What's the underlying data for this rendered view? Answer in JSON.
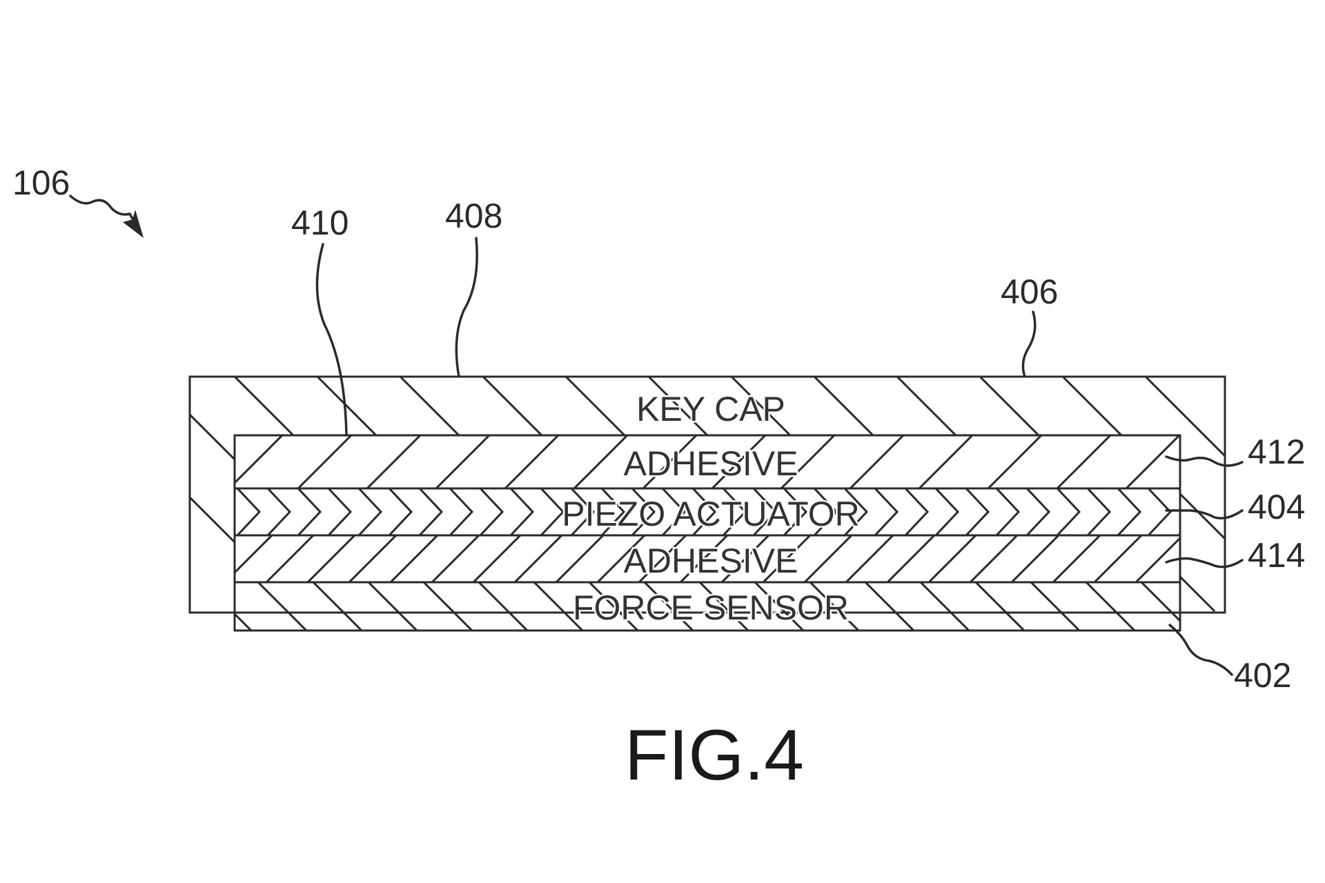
{
  "figure": {
    "title": "FIG.4",
    "assembly_ref": "106",
    "layers": [
      {
        "id": "key-cap",
        "label": "KEY CAP",
        "ref": "406"
      },
      {
        "id": "adhesive-top",
        "label": "ADHESIVE",
        "ref": "412"
      },
      {
        "id": "piezo-actuator",
        "label": "PIEZO ACTUATOR",
        "ref": "404"
      },
      {
        "id": "adhesive-bottom",
        "label": "ADHESIVE",
        "ref": "414"
      },
      {
        "id": "force-sensor",
        "label": "FORCE SENSOR",
        "ref": "402"
      }
    ],
    "edge_refs": {
      "inner_edge": "410",
      "outer_top": "408"
    },
    "colors": {
      "line": "#2a2a2a",
      "background": "#ffffff"
    }
  }
}
